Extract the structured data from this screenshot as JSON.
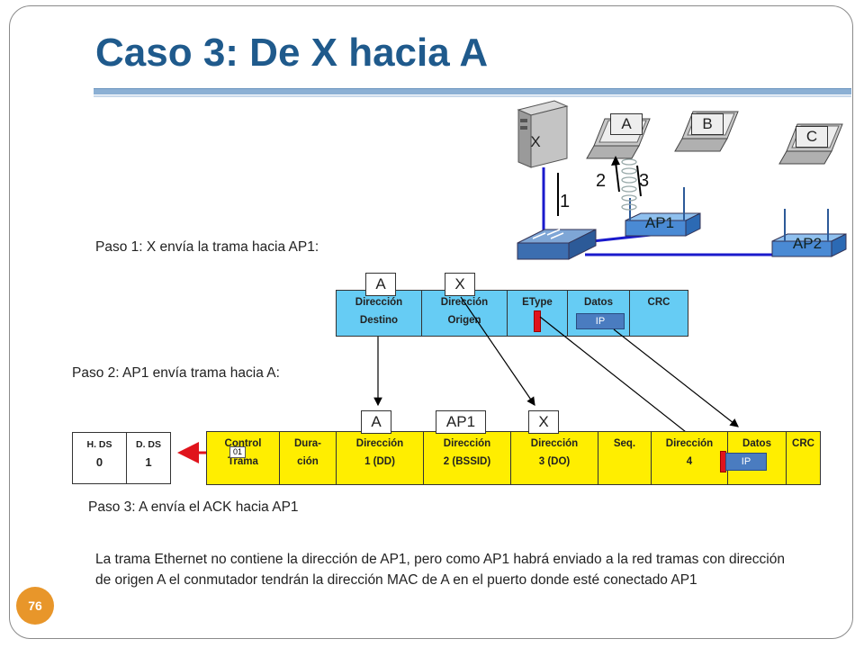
{
  "slide": {
    "title": "Caso 3: De X hacia A",
    "page_number": "76",
    "step1": "Paso 1: X envía la trama hacia AP1:",
    "step2": "Paso 2: AP1 envía trama hacia A:",
    "step3": "Paso 3: A envía el ACK hacia AP1",
    "paragraph": "La trama Ethernet no contiene la dirección de AP1, pero como AP1 habrá enviado a la red tramas con dirección de origen A el conmutador tendrán la dirección MAC de A en el puerto donde esté conectado AP1"
  },
  "network": {
    "server_label": "X",
    "laptop_a": "A",
    "laptop_b": "B",
    "laptop_c": "C",
    "ap1_label": "AP1",
    "ap2_label": "AP2",
    "step_1": "1",
    "step_2": "2",
    "step_3": "3"
  },
  "ethernet_frame": {
    "labels_above": [
      "A",
      "X"
    ],
    "cols": [
      {
        "line1": "Dirección",
        "line2": "Destino"
      },
      {
        "line1": "Dirección",
        "line2": "Origen"
      },
      {
        "line1": "EType",
        "line2": ""
      },
      {
        "line1": "Datos",
        "line2": ""
      },
      {
        "line1": "CRC",
        "line2": ""
      }
    ],
    "ip": "IP"
  },
  "wlan_frame": {
    "labels_above": [
      "A",
      "AP1",
      "X"
    ],
    "cols": [
      {
        "line1": "Control",
        "line2": "Trama"
      },
      {
        "line1": "Dura-",
        "line2": "ción"
      },
      {
        "line1": "Dirección",
        "line2": "1 (DD)"
      },
      {
        "line1": "Dirección",
        "line2": "2 (BSSID)"
      },
      {
        "line1": "Dirección",
        "line2": "3 (DO)"
      },
      {
        "line1": "Seq.",
        "line2": ""
      },
      {
        "line1": "Dirección",
        "line2": "4"
      },
      {
        "line1": "Datos",
        "line2": ""
      },
      {
        "line1": "CRC",
        "line2": ""
      }
    ],
    "ip": "IP",
    "bits": "01"
  },
  "ds_bits": {
    "h_ds": "H. DS",
    "d_ds": "D. DS",
    "h_val": "0",
    "d_val": "1"
  },
  "colors": {
    "title": "#1f5a8c",
    "ethernet": "#66ccf4",
    "wlan": "#ffee00",
    "cable": "#1a1acc",
    "arrow_red": "#e0141c",
    "page_circle": "#e8962a"
  }
}
